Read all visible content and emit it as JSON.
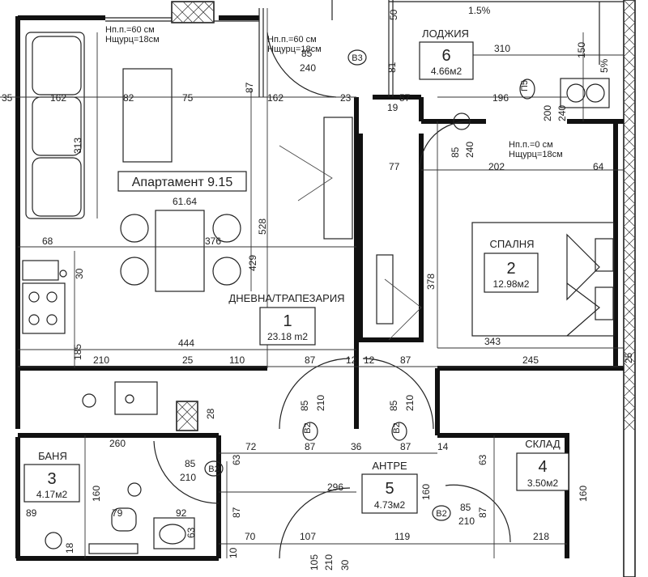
{
  "apartment": {
    "title": "Апартамент 9.15",
    "area": "61.64"
  },
  "rooms": [
    {
      "id": "living",
      "name": "ДНЕВНА/ТРАПЕЗАРИЯ",
      "number": "1",
      "area": "23.18 m2"
    },
    {
      "id": "bedroom",
      "name": "СПАЛНЯ",
      "number": "2",
      "area": "12.98м2"
    },
    {
      "id": "bath",
      "name": "БАНЯ",
      "number": "3",
      "area": "4.17м2"
    },
    {
      "id": "storage",
      "name": "СКЛАД",
      "number": "4",
      "area": "3.50м2"
    },
    {
      "id": "hall",
      "name": "АНТРЕ",
      "number": "5",
      "area": "4.73м2"
    },
    {
      "id": "loggia",
      "name": "ЛОДЖИЯ",
      "number": "6",
      "area": "4.66м2"
    }
  ],
  "notes": {
    "sill_left": [
      "Нп.п.=60 см",
      "Нщурц=18см"
    ],
    "sill_mid": [
      "Нп.п.=60 см",
      "Нщурц=18см"
    ],
    "sill_right": [
      "Нп.п.=0 см",
      "Нщурц=18см"
    ],
    "slope_top": "1.5%",
    "slope_right": "5%"
  },
  "door_tags": {
    "b3": "B3",
    "p5": "П5",
    "b2_a": "B2",
    "b2_b": "B2",
    "b2_bath": "B2",
    "b2_hall": "B2"
  },
  "dims": {
    "d35": "35",
    "d162a": "162",
    "d82": "82",
    "d75": "75",
    "d162b": "162",
    "d23": "23",
    "d19": "19",
    "d57": "57",
    "d196": "196",
    "d200": "200",
    "d240a": "240",
    "d87a": "87",
    "d85a": "85",
    "d240b": "240",
    "d81": "81",
    "d310": "310",
    "d150": "150",
    "d50": "50",
    "d313": "313",
    "d528": "528",
    "d376": "376",
    "d429": "429",
    "d68": "68",
    "d30": "30",
    "d77": "77",
    "d85b": "85",
    "d240c": "240",
    "d202": "202",
    "d64": "64",
    "d378": "378",
    "d343": "343",
    "d444": "444",
    "d185": "185",
    "d210a": "210",
    "d25a": "25",
    "d110": "110",
    "d87b": "87",
    "d12a": "12",
    "d12b": "12",
    "d87c": "87",
    "d245": "245",
    "d25b": "25",
    "d85c": "85",
    "d210b": "210",
    "d85d": "85",
    "d210c": "210",
    "d28": "28",
    "d260": "260",
    "d72": "72",
    "d87d": "87",
    "d36": "36",
    "d87e": "87",
    "d14": "14",
    "d63a": "63",
    "d63b": "63",
    "d85e": "85",
    "d210d": "210",
    "d296": "296",
    "d160a": "160",
    "d160b": "160",
    "d160c": "160",
    "d89": "89",
    "d92": "92",
    "d79": "79",
    "d63c": "63",
    "d87f": "87",
    "d70": "70",
    "d107": "107",
    "d119": "119",
    "d218": "218",
    "d85f": "85",
    "d87g": "87",
    "d210e": "210",
    "d18": "18",
    "d105": "105",
    "d210f": "210",
    "d30b": "30",
    "d10": "10"
  }
}
